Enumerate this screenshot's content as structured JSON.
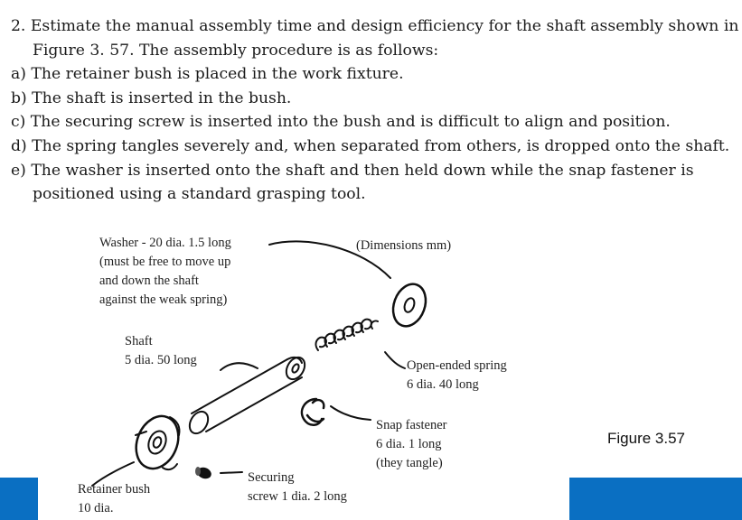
{
  "question": {
    "line1": "2. Estimate the manual assembly time and design efficiency for the shaft assembly shown in",
    "line2": "Figure 3. 57. The assembly procedure is as follows:",
    "steps": [
      "a) The retainer bush is placed in the work fixture.",
      "b) The shaft is inserted in the bush.",
      "c) The securing screw is inserted into the bush and is difficult to align and position.",
      "d) The spring tangles severely and, when separated from others, is dropped onto the shaft.",
      "e) The washer is inserted onto the shaft and then held down while the snap fastener is"
    ],
    "step_e_cont": "positioned using a standard grasping tool."
  },
  "figure": {
    "washer": [
      "Washer - 20 dia. 1.5 long",
      "(must be free to move up",
      "and down the shaft",
      "against the weak spring)"
    ],
    "dimensions": "(Dimensions mm)",
    "shaft": [
      "Shaft",
      "5 dia. 50 long"
    ],
    "spring": [
      "Open-ended spring",
      "6 dia. 40 long"
    ],
    "snap": [
      "Snap fastener",
      "6 dia. 1 long",
      "(they tangle)"
    ],
    "securing": [
      "Securing",
      "screw 1 dia. 2 long"
    ],
    "retainer": [
      "Retainer bush",
      "10 dia."
    ],
    "caption": "Figure 3.57"
  },
  "colors": {
    "accent_bar": "#0a6fc2"
  }
}
